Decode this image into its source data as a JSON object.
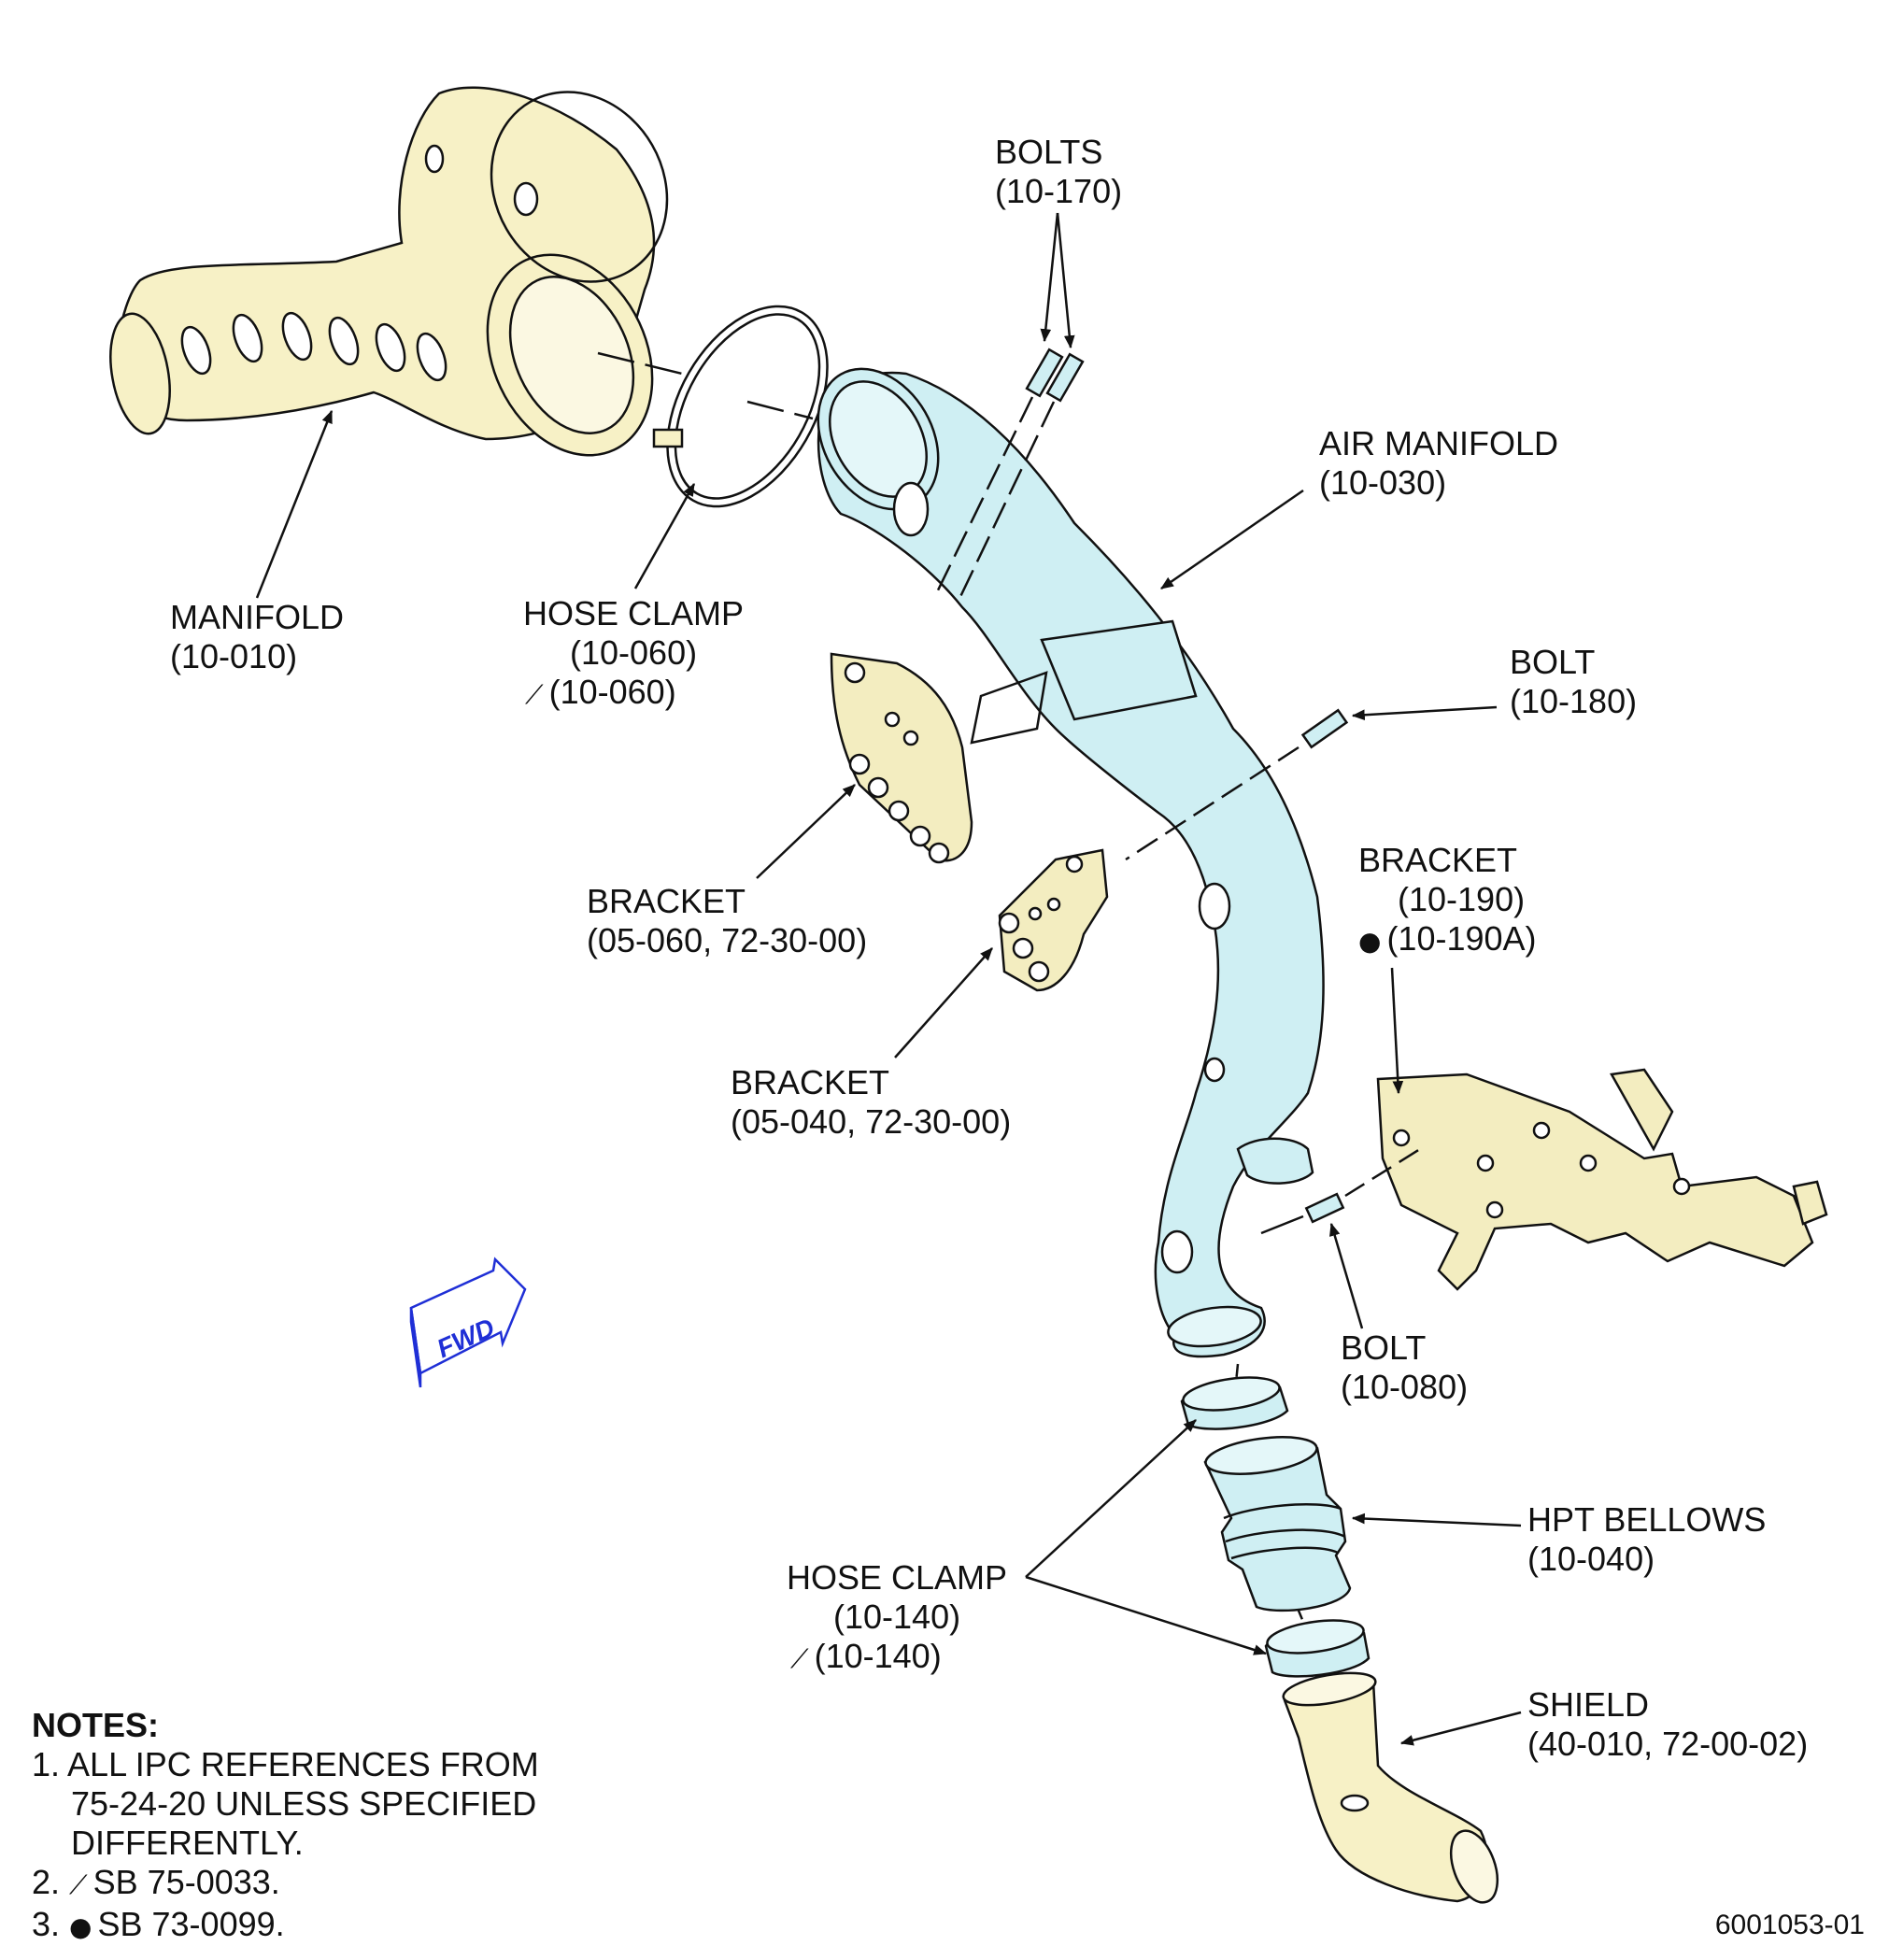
{
  "colors": {
    "manifold_fill": "#f7f1c6",
    "air_manifold_fill": "#cfeff3",
    "bracket_fill": "#f3edc0",
    "line": "#111111",
    "fwd": "#1f2fd6"
  },
  "labels": {
    "bolts": {
      "name": "BOLTS",
      "ref": "(10-170)"
    },
    "air_manifold": {
      "name": "AIR MANIFOLD",
      "ref": "(10-030)"
    },
    "manifold": {
      "name": "MANIFOLD",
      "ref": "(10-010)"
    },
    "hose_clamp_top": {
      "name": "HOSE CLAMP",
      "ref": "(10-060)",
      "alt_ref": "(10-060)"
    },
    "bolt_180": {
      "name": "BOLT",
      "ref": "(10-180)"
    },
    "bracket_05060": {
      "name": "BRACKET",
      "ref": "(05-060, 72-30-00)"
    },
    "bracket_190": {
      "name": "BRACKET",
      "ref": "(10-190)",
      "alt_ref": "(10-190A)"
    },
    "bracket_05040": {
      "name": "BRACKET",
      "ref": "(05-040, 72-30-00)"
    },
    "bolt_080": {
      "name": "BOLT",
      "ref": "(10-080)"
    },
    "hpt_bellows": {
      "name": "HPT BELLOWS",
      "ref": "(10-040)"
    },
    "hose_clamp_bottom": {
      "name": "HOSE CLAMP",
      "ref": "(10-140)",
      "alt_ref": "(10-140)"
    },
    "shield": {
      "name": "SHIELD",
      "ref": "(40-010, 72-00-02)"
    }
  },
  "symbols": {
    "triangle": "⟋",
    "dot": "●"
  },
  "fwd": {
    "text": "FWD"
  },
  "notes": {
    "title": "NOTES:",
    "n1_a": "1. ALL IPC REFERENCES FROM",
    "n1_b": "75-24-20 UNLESS SPECIFIED",
    "n1_c": "DIFFERENTLY.",
    "n2_num": "2.",
    "n2_text": "SB 75-0033.",
    "n3_num": "3.",
    "n3_text": "SB 73-0099."
  },
  "doc_number": "6001053-01"
}
